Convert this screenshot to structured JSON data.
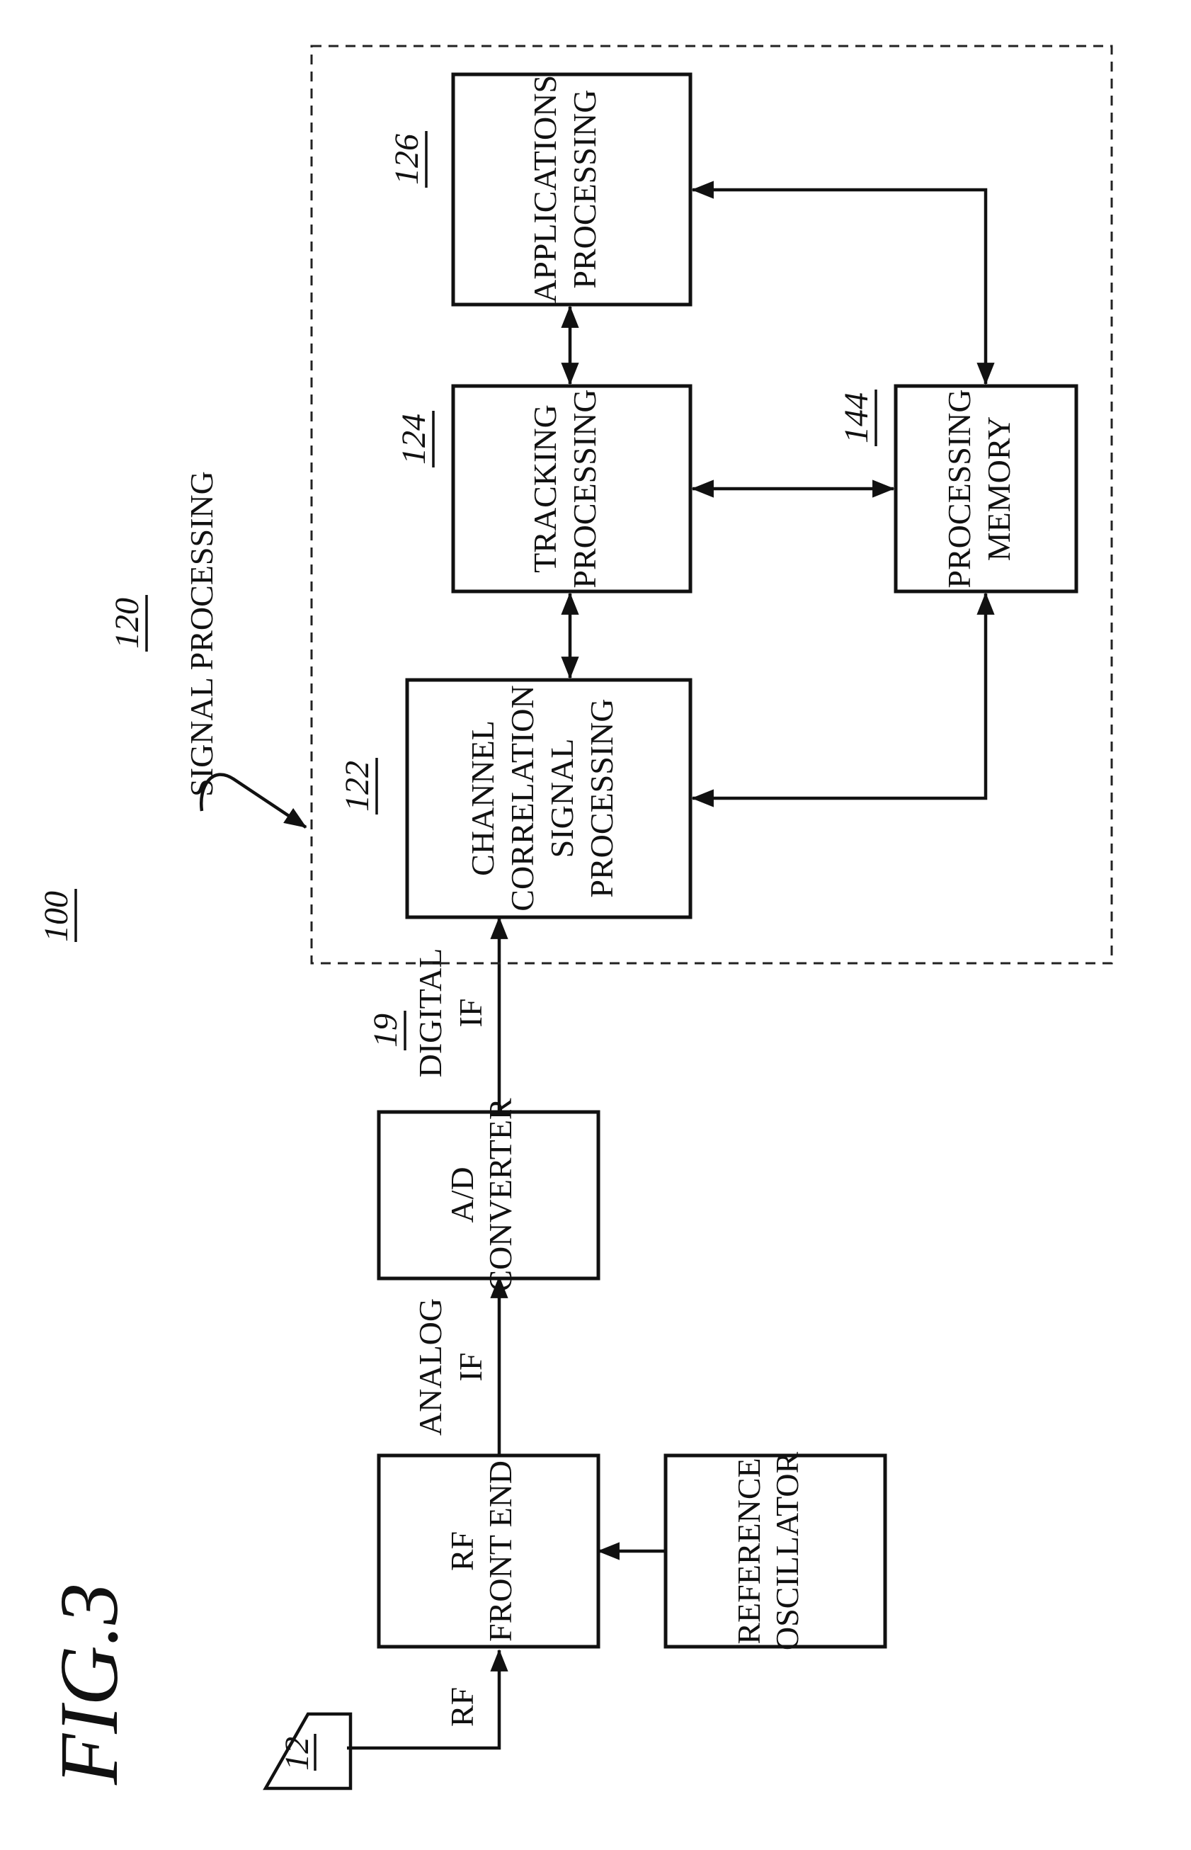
{
  "figure": {
    "label": "FIG.3",
    "ref": "100"
  },
  "antenna": {
    "ref": "12"
  },
  "signals": {
    "rf": "RF",
    "analog_if": [
      "ANALOG",
      "IF"
    ],
    "digital_if_ref": "19",
    "digital_if": [
      "DIGITAL",
      "IF"
    ]
  },
  "blocks": {
    "rf_front_end": [
      "RF",
      "FRONT END"
    ],
    "reference_oscillator": [
      "REFERENCE",
      "OSCILLATOR"
    ],
    "ad_converter": [
      "A/D",
      "CONVERTER"
    ],
    "channel_correlation": {
      "ref": "122",
      "lines": [
        "CHANNEL",
        "CORRELATION",
        "SIGNAL",
        "PROCESSING"
      ]
    },
    "tracking": {
      "ref": "124",
      "lines": [
        "TRACKING",
        "PROCESSING"
      ]
    },
    "applications": {
      "ref": "126",
      "lines": [
        "APPLICATIONS",
        "PROCESSING"
      ]
    },
    "memory": {
      "ref": "144",
      "lines": [
        "PROCESSING",
        "MEMORY"
      ]
    }
  },
  "signal_processing": {
    "ref": "120",
    "label": "SIGNAL PROCESSING"
  }
}
